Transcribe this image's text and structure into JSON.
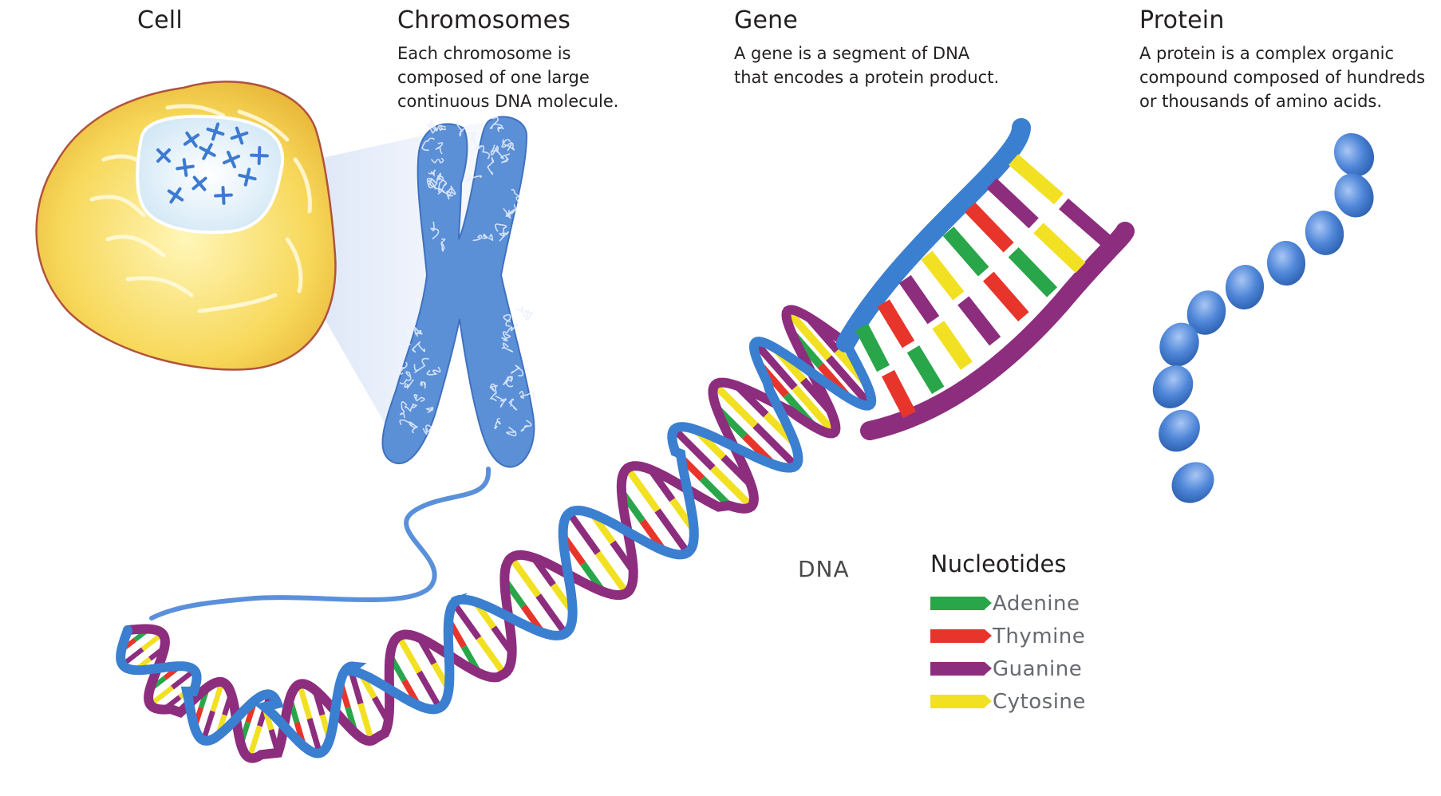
{
  "sections": {
    "cell": {
      "title": "Cell"
    },
    "chromosomes": {
      "title": "Chromosomes",
      "description": [
        "Each chromosome is",
        "composed of one large",
        "continuous DNA molecule."
      ]
    },
    "gene": {
      "title": "Gene",
      "description": [
        "A gene is a segment of DNA",
        "that encodes a protein product."
      ]
    },
    "protein": {
      "title": "Protein",
      "description": [
        "A protein is  a complex organic",
        "compound composed of hundreds",
        "or thousands of amino acids."
      ]
    }
  },
  "dna_label": "DNA",
  "legend": {
    "title": "Nucleotides",
    "items": [
      {
        "label": "Adenine",
        "color": "#2aa64a"
      },
      {
        "label": "Thymine",
        "color": "#e8352b"
      },
      {
        "label": "Guanine",
        "color": "#8d2d7e"
      },
      {
        "label": "Cytosine",
        "color": "#f2e022"
      }
    ]
  },
  "colors": {
    "backbone_blue": "#3b7fd0",
    "backbone_purple": "#8d2d7e",
    "chromosome_blue": "#5b8fd6",
    "cell_yellow": "#f5d24a",
    "protein_blue": "#4f86d8"
  }
}
